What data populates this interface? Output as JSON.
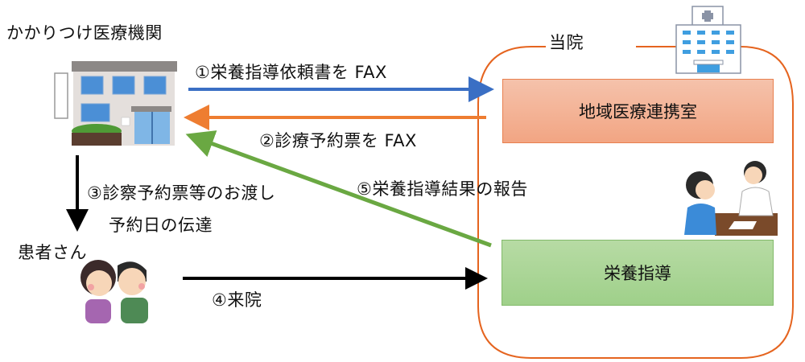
{
  "title": "かかりつけ医療機関と当院の栄養指導連携フロー",
  "nodes": {
    "clinic": {
      "label": "かかりつけ医療機関",
      "icon": "clinic-building-icon"
    },
    "patient": {
      "label": "患者さん",
      "icon": "elderly-couple-icon"
    },
    "hospital": {
      "label": "当院",
      "icon": "hospital-building-icon"
    },
    "renkei": {
      "label": "地域医療連携室"
    },
    "eiyo": {
      "label": "栄養指導",
      "icon": "consultation-icon"
    }
  },
  "steps": [
    {
      "id": 1,
      "label": "①栄養指導依頼書を FAX",
      "from": "clinic",
      "to": "renkei",
      "color": "#3a6fc4"
    },
    {
      "id": 2,
      "label": "②診療予約票を FAX",
      "from": "renkei",
      "to": "clinic",
      "color": "#ee7d31"
    },
    {
      "id": 3,
      "label_line1": "③診察予約票等のお渡し",
      "label_line2": "予約日の伝達",
      "from": "clinic",
      "to": "patient",
      "color": "#000000"
    },
    {
      "id": 4,
      "label": "④来院",
      "from": "patient",
      "to": "eiyo",
      "color": "#000000"
    },
    {
      "id": 5,
      "label": "⑤栄養指導結果の報告",
      "from": "eiyo",
      "to": "clinic",
      "color": "#6aa842"
    }
  ],
  "colors": {
    "hospital_border": "#e5641f",
    "renkei_fill": "#f4b497",
    "eiyo_fill": "#a9d494"
  }
}
